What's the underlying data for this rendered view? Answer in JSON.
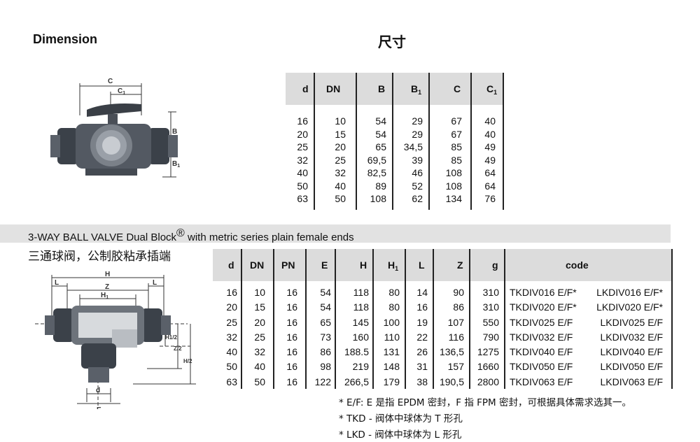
{
  "header": {
    "dimension": "Dimension",
    "dimension_cn": "尺寸"
  },
  "top_table": {
    "headers": {
      "d": "d",
      "DN": "DN",
      "B": "B",
      "B1": "B",
      "B1_sub": "1",
      "C": "C",
      "C1": "C",
      "C1_sub": "1"
    },
    "columns": {
      "d": [
        "16",
        "20",
        "25",
        "32",
        "40",
        "50",
        "63"
      ],
      "DN": [
        "10",
        "15",
        "20",
        "25",
        "32",
        "40",
        "50"
      ],
      "B": [
        "54",
        "54",
        "65",
        "69,5",
        "82,5",
        "89",
        "108"
      ],
      "B1": [
        "29",
        "29",
        "34,5",
        "39",
        "46",
        "52",
        "62"
      ],
      "C": [
        "67",
        "67",
        "85",
        "85",
        "108",
        "108",
        "134"
      ],
      "C1": [
        "40",
        "40",
        "49",
        "49",
        "64",
        "64",
        "76"
      ]
    }
  },
  "banner": {
    "text_before": "3-WAY BALL VALVE Dual Block",
    "registered": "®",
    "text_after": " with metric series plain female ends",
    "subtitle_cn": "三通球阀，公制胶粘承插端"
  },
  "bottom_table": {
    "headers": {
      "d": "d",
      "DN": "DN",
      "PN": "PN",
      "E": "E",
      "H": "H",
      "H1": "H",
      "H1_sub": "1",
      "L": "L",
      "Z": "Z",
      "g": "g",
      "code": "code"
    },
    "columns": {
      "d": [
        "16",
        "20",
        "25",
        "32",
        "40",
        "50",
        "63"
      ],
      "DN": [
        "10",
        "15",
        "20",
        "25",
        "32",
        "40",
        "50"
      ],
      "PN": [
        "16",
        "16",
        "16",
        "16",
        "16",
        "16",
        "16"
      ],
      "E": [
        "54",
        "54",
        "65",
        "73",
        "86",
        "98",
        "122"
      ],
      "H": [
        "118",
        "118",
        "145",
        "160",
        "188.5",
        "219",
        "266,5"
      ],
      "H1": [
        "80",
        "80",
        "100",
        "110",
        "131",
        "148",
        "179"
      ],
      "L": [
        "14",
        "16",
        "19",
        "22",
        "26",
        "31",
        "38"
      ],
      "Z": [
        "90",
        "86",
        "107",
        "116",
        "136,5",
        "157",
        "190,5"
      ],
      "g": [
        "310",
        "310",
        "550",
        "790",
        "1275",
        "1660",
        "2800"
      ],
      "code_tk": [
        "TKDIV016 E/F*",
        "TKDIV020 E/F*",
        "TKDIV025 E/F",
        "TKDIV032 E/F",
        "TKDIV040 E/F",
        "TKDIV050 E/F",
        "TKDIV063 E/F"
      ],
      "code_lk": [
        "LKDIV016 E/F*",
        "LKDIV020 E/F*",
        "LKDIV025 E/F",
        "LKDIV032 E/F",
        "LKDIV040 E/F",
        "LKDIV050 E/F",
        "LKDIV063 E/F"
      ]
    }
  },
  "notes": [
    "* E/F: E 是指 EPDM 密封，F 指 FPM 密封，可根据具体需求选其一。",
    "* TKD - 阀体中球体为 T 形孔",
    "* LKD - 阀体中球体为 L 形孔"
  ],
  "drawing_labels": {
    "top": {
      "C": "C",
      "C1": "C1",
      "B": "B",
      "B1": "B1"
    },
    "bottom": {
      "H": "H",
      "L1": "L",
      "L2": "L",
      "Z": "Z",
      "H1": "H1",
      "H1_2": "H1/2",
      "Z_2": "Z/2",
      "H_2": "H/2",
      "d": "d",
      "E": "E"
    }
  }
}
